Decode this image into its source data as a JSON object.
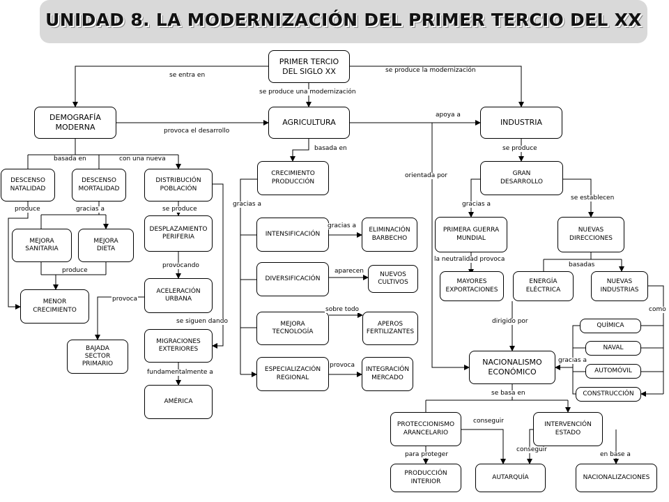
{
  "title": "UNIDAD 8. LA MODERNIZACIÓN DEL PRIMER TERCIO DEL XX",
  "nodes": {
    "primer_tercio": "PRIMER TERCIO\nDEL SIGLO XX",
    "demografia": "DEMOGRAFÍA\nMODERNA",
    "agricultura": "AGRICULTURA",
    "industria": "INDUSTRIA",
    "descenso_natalidad": "DESCENSO\nNATALIDAD",
    "descenso_mortalidad": "DESCENSO\nMORTALIDAD",
    "distribucion": "DISTRIBUCIÓN\nPOBLACIÓN",
    "mejora_sanitaria": "MEJORA\nSANITARIA",
    "mejora_dieta": "MEJORA\nDIETA",
    "menor_crecimiento": "MENOR\nCRECIMIENTO",
    "desplazamiento": "DESPLAZAMIENTO\nPERIFERIA",
    "aceleracion": "ACELERACIÓN\nURBANA",
    "bajada_sector": "BAJADA\nSECTOR\nPRIMARIO",
    "migraciones": "MIGRACIONES\nEXTERIORES",
    "america": "AMÉRICA",
    "crecimiento_produccion": "CRECIMIENTO\nPRODUCCIÓN",
    "intensificacion": "INTENSIFICACIÓN",
    "eliminacion": "ELIMINACIÓN\nBARBECHO",
    "diversificacion": "DIVERSIFICACIÓN",
    "nuevos_cultivos": "NUEVOS\nCULTIVOS",
    "mejora_tecnologia": "MEJORA\nTECNOLOGÍA",
    "aperos": "APEROS\nFERTILIZANTES",
    "especializacion": "ESPECIALIZACIÓN\nREGIONAL",
    "integracion": "INTEGRACIÓN\nMERCADO",
    "gran_desarrollo": "GRAN\nDESARROLLO",
    "primera_guerra": "PRIMERA GUERRA\nMUNDIAL",
    "nuevas_direcciones": "NUEVAS\nDIRECCIONES",
    "mayores_exportaciones": "MAYORES\nEXPORTACIONES",
    "energia": "ENERGÍA\nELÉCTRICA",
    "nuevas_industrias": "NUEVAS\nINDUSTRIAS",
    "quimica": "QUÍMICA",
    "naval": "NAVAL",
    "automovil": "AUTOMÓVIL",
    "construccion": "CONSTRUCCIÓN",
    "nacionalismo": "NACIONALISMO\nECONÓMICO",
    "proteccionismo": "PROTECCIONISMO\nARANCELARIO",
    "intervencion": "INTERVENCIÓN\nESTADO",
    "produccion_interior": "PRODUCCIÓN\nINTERIOR",
    "autarquia": "AUTARQUÍA",
    "nacionalizaciones": "NACIONALIZACIONES"
  },
  "labels": {
    "se_entra_en": "se entra en",
    "se_produce_modernizacion_agr": "se produce una modernización",
    "se_produce_modernizacion_ind": "se produce la modernización",
    "provoca_desarrollo": "provoca el desarrollo",
    "apoya_a": "apoya a",
    "basada_en_dem": "basada en",
    "con_una_nueva": "con una nueva",
    "basada_en_agr": "basada en",
    "se_produce_ind": "se produce",
    "orientada_por": "orientada por",
    "produce_nat": "produce",
    "gracias_a_mort": "gracias a",
    "se_produce_dist": "se produce",
    "produce_mejoras": "produce",
    "provocando": "provocando",
    "provoca_bajada": "provoca",
    "se_siguen_dando": "se siguen dando",
    "fundamentalmente_a": "fundamentalmente a",
    "gracias_a_agr": "gracias a",
    "gracias_a_int": "gracias a",
    "aparecen": "aparecen",
    "sobre_todo": "sobre todo",
    "provoca_esp": "provoca",
    "gracias_a_gd": "gracias a",
    "se_establecen": "se establecen",
    "neutralidad": "la neutralidad provoca",
    "basadas": "basadas",
    "dirigido_por": "dirigido por",
    "como": "como",
    "gracias_a_nac": "gracias a",
    "se_basa_en": "se basa en",
    "conseguir_prot": "conseguir",
    "para_proteger": "para proteger",
    "conseguir_int": "conseguir",
    "en_base_a": "en base a"
  }
}
